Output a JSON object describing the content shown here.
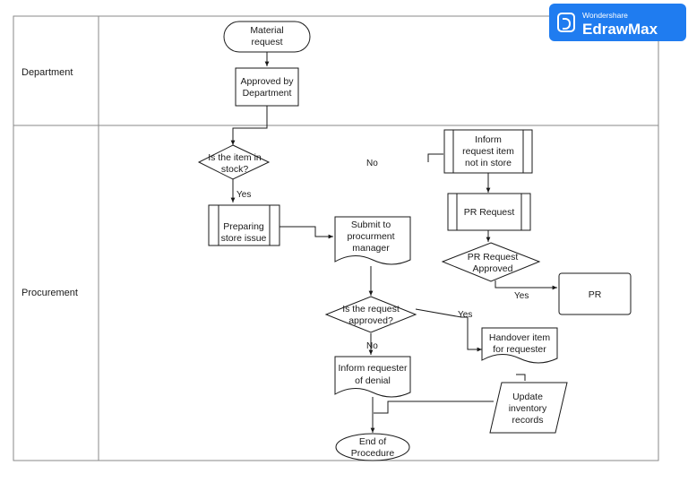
{
  "brand": {
    "vendor": "Wondershare",
    "product": "EdrawMax"
  },
  "lanes": [
    {
      "label": "Department"
    },
    {
      "label": "Procurement"
    }
  ],
  "nodes": {
    "material_request": [
      "Material",
      "request"
    ],
    "approved_by_department": [
      "Approved by",
      "Department"
    ],
    "is_item_in_stock": [
      "Is the item in",
      "stock?"
    ],
    "preparing_store_issue": [
      "Preparing",
      "store issue"
    ],
    "submit_to_procurement": [
      "Submit  to",
      "procurment",
      "manager"
    ],
    "is_request_approved": [
      "Is the request",
      "approved?"
    ],
    "inform_requester_denial": [
      "Inform requester",
      "of denial"
    ],
    "end_of_procedure": [
      "End of",
      "Procedure"
    ],
    "inform_not_in_store": [
      "Inform",
      "request item",
      "not in store"
    ],
    "pr_request": [
      "PR Request"
    ],
    "pr_request_approved": [
      "PR Request",
      "Approved"
    ],
    "pr": [
      "PR"
    ],
    "handover_item": [
      "Handover item",
      "for requester"
    ],
    "update_inventory": [
      "Update",
      "inventory",
      "records"
    ]
  },
  "edge_labels": {
    "stock_yes": "Yes",
    "stock_no": "No",
    "approved_yes": "Yes",
    "approved_no": "No",
    "pr_yes": "Yes"
  }
}
